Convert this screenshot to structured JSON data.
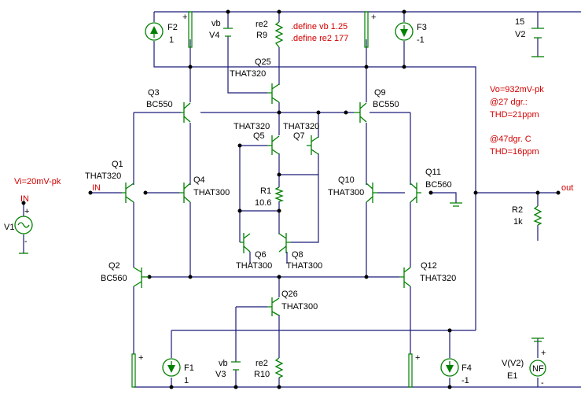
{
  "directives": [
    "vb 1.25",
    "re2 177"
  ],
  "notes": {
    "input": "Vi=20mV-pk",
    "output": [
      "Vo=932mV-pk",
      "@27 dgr.:",
      "THD=21ppm",
      "@47dgr. C",
      "THD=16ppm"
    ]
  },
  "nets": {
    "in": "IN",
    "out": "out"
  },
  "components": [
    {
      "id": "Q1",
      "ref": "Q1",
      "value": "THAT320"
    },
    {
      "id": "Q2",
      "ref": "Q2",
      "value": "BC560"
    },
    {
      "id": "Q3",
      "ref": "Q3",
      "value": "BC550"
    },
    {
      "id": "Q4",
      "ref": "Q4",
      "value": "THAT300"
    },
    {
      "id": "Q5",
      "ref": "Q5",
      "value": "THAT320"
    },
    {
      "id": "Q6",
      "ref": "Q6",
      "value": "THAT300"
    },
    {
      "id": "Q7",
      "ref": "Q7",
      "value": "THAT320"
    },
    {
      "id": "Q8",
      "ref": "Q8",
      "value": "THAT300"
    },
    {
      "id": "Q9",
      "ref": "Q9",
      "value": "BC550"
    },
    {
      "id": "Q10",
      "ref": "Q10",
      "value": "THAT300"
    },
    {
      "id": "Q11",
      "ref": "Q11",
      "value": "BC560"
    },
    {
      "id": "Q12",
      "ref": "Q12",
      "value": "THAT320"
    },
    {
      "id": "Q25",
      "ref": "Q25",
      "value": "THAT320"
    },
    {
      "id": "Q26",
      "ref": "Q26",
      "value": "THAT300"
    },
    {
      "id": "R1",
      "ref": "R1",
      "value": "10.6"
    },
    {
      "id": "R2",
      "ref": "R2",
      "value": "1k"
    },
    {
      "id": "R9",
      "ref": "R9",
      "value": "re2"
    },
    {
      "id": "R10",
      "ref": "R10",
      "value": "re2"
    },
    {
      "id": "V1",
      "ref": "V1",
      "value": ""
    },
    {
      "id": "V2",
      "ref": "V2",
      "value": "15"
    },
    {
      "id": "V3",
      "ref": "V3",
      "value": "vb"
    },
    {
      "id": "V4",
      "ref": "V4",
      "value": "vb"
    },
    {
      "id": "F1",
      "ref": "F1",
      "value": "1"
    },
    {
      "id": "F2",
      "ref": "F2",
      "value": "1"
    },
    {
      "id": "F3",
      "ref": "F3",
      "value": "-1"
    },
    {
      "id": "F4",
      "ref": "F4",
      "value": "-1"
    },
    {
      "id": "E1",
      "ref": "E1",
      "value": "V(V2)"
    }
  ],
  "symbols": {
    "plus": "+",
    "minus": "-",
    "noise_source": "NF",
    "define": ".define"
  }
}
